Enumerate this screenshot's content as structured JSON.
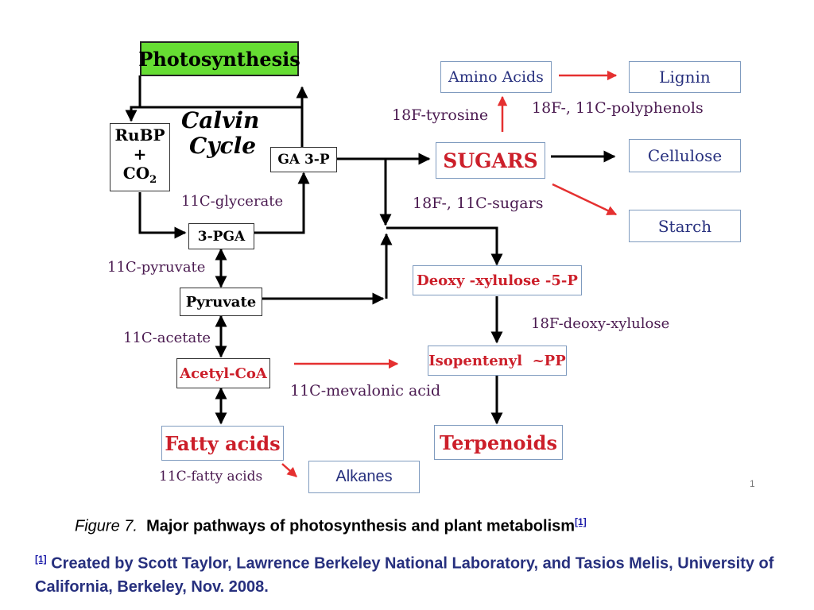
{
  "colors": {
    "node_green": "#66dd33",
    "node_text_red": "#cc1f2a",
    "label_purple": "#4a1a50",
    "red_arrow": "#e53030",
    "black_arrow": "#000000",
    "caption_blue": "#27307e"
  },
  "diagram": {
    "nodes": {
      "photosynthesis": "Photosynthesis",
      "rubp_line1": "RuBP",
      "rubp_line2": "+",
      "rubp_line3": "CO",
      "rubp_sub": "2",
      "calvin_line1": "Calvin",
      "calvin_line2": "Cycle",
      "ga3p": "GA 3-P",
      "pga3": "3-PGA",
      "pyruvate": "Pyruvate",
      "acetyl_coa": "Acetyl-CoA",
      "fatty_acids": "Fatty acids",
      "alkanes": "Alkanes",
      "sugars": "SUGARS",
      "amino_acids": "Amino Acids",
      "lignin": "Lignin",
      "cellulose": "Cellulose",
      "starch": "Starch",
      "deoxy_xylulose": "Deoxy -xylulose -5-P",
      "isopentenyl": "Isopentenyl  ~PP",
      "terpenoids": "Terpenoids"
    },
    "labels": {
      "tyrosine": "18F-tyrosine",
      "polyphenols": "18F-, 11C-polyphenols",
      "sugars_label": "18F-, 11C-sugars",
      "glycerate": "11C-glycerate",
      "pyruvate_label": "11C-pyruvate",
      "acetate": "11C-acetate",
      "mevalonic": "11C-mevalonic acid",
      "deoxy_label": "18F-deoxy-xylulose",
      "fatty_label": "11C-fatty acids"
    },
    "slide_number": "1"
  },
  "caption": {
    "figure_label": "Figure 7.",
    "figure_text": "Major pathways of photosynthesis and plant metabolism",
    "ref_marker": "[1]",
    "credit_text": "Created by Scott Taylor, Lawrence Berkeley National Laboratory, and Tasios Melis, University of California, Berkeley, Nov. 2008."
  }
}
